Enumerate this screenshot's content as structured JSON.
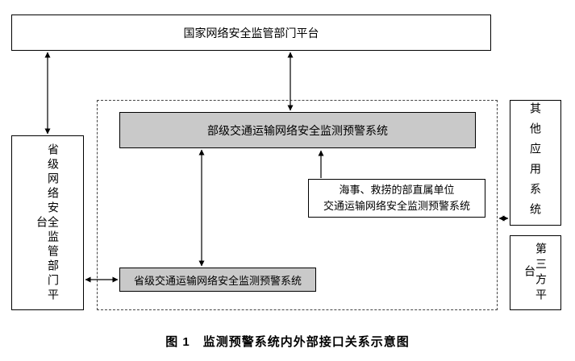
{
  "diagram": {
    "boxes": {
      "national_platform": "国家网络安全监管部门平台",
      "provincial_regulator": "省级网络安全监管部门平台",
      "ministry_system": "部级交通运输网络安全监测预警系统",
      "maritime_line1": "海事、救捞的部直属单位",
      "maritime_line2": "交通运输网络安全监测预警系统",
      "provincial_system": "省级交通运输网络安全监测预警系统",
      "other_apps": "其他应用系统",
      "third_party": "第三方平台"
    },
    "caption": "图 1　监测预警系统内外部接口关系示意图",
    "colors": {
      "box_fill_gray": "#c9c9c9",
      "box_border": "#000000",
      "dashed_border": "#444444",
      "background": "#ffffff"
    }
  }
}
